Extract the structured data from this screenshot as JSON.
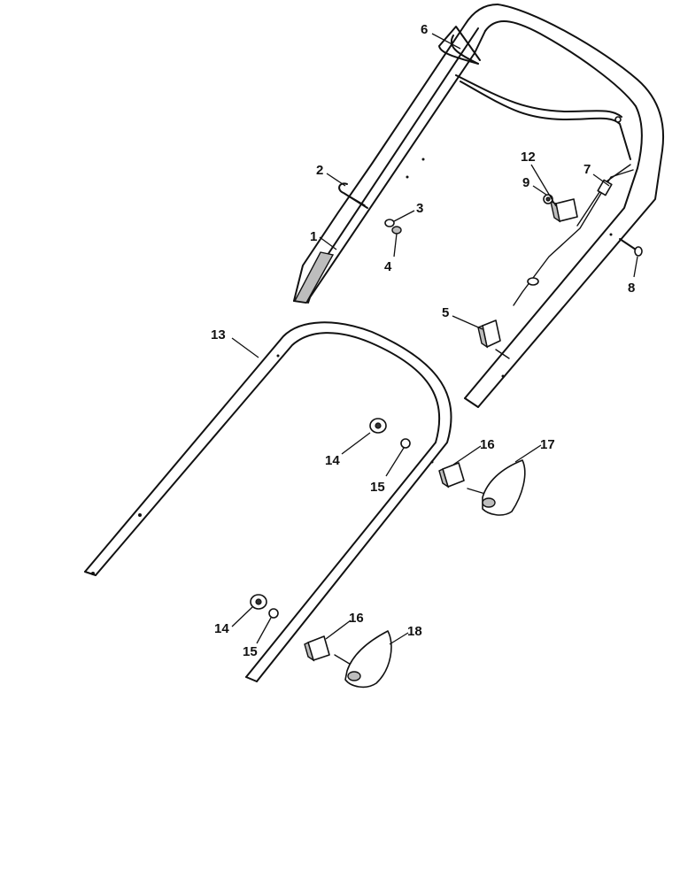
{
  "callouts": [
    {
      "id": "c1",
      "text": "1"
    },
    {
      "id": "c2",
      "text": "2"
    },
    {
      "id": "c3",
      "text": "3"
    },
    {
      "id": "c4",
      "text": "4"
    },
    {
      "id": "c5",
      "text": "5"
    },
    {
      "id": "c6",
      "text": "6"
    },
    {
      "id": "c7",
      "text": "7"
    },
    {
      "id": "c8",
      "text": "8"
    },
    {
      "id": "c9",
      "text": "9"
    },
    {
      "id": "c12",
      "text": "12"
    },
    {
      "id": "c13",
      "text": "13"
    },
    {
      "id": "c14a",
      "text": "14"
    },
    {
      "id": "c15a",
      "text": "15"
    },
    {
      "id": "c16a",
      "text": "16"
    },
    {
      "id": "c17",
      "text": "17"
    },
    {
      "id": "c14b",
      "text": "14"
    },
    {
      "id": "c15b",
      "text": "15"
    },
    {
      "id": "c16b",
      "text": "16"
    },
    {
      "id": "c18",
      "text": "18"
    }
  ]
}
